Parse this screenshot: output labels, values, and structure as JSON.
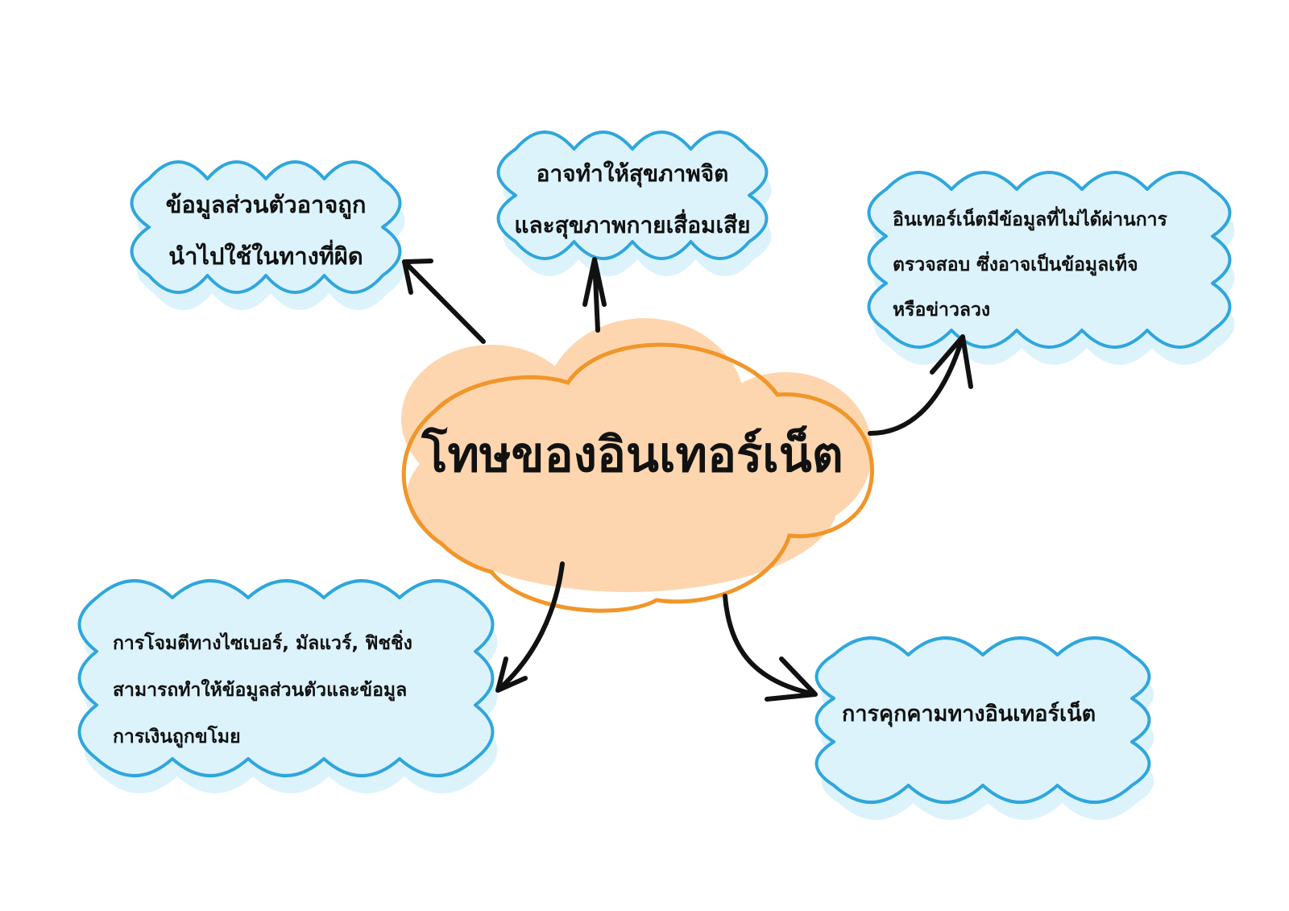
{
  "diagram": {
    "center": {
      "label": "โทษของอินเทอร์เน็ต",
      "fill": "#FDD6AF",
      "stroke": "#F0962A"
    },
    "node_style": {
      "fill": "#DCF3FC",
      "stroke": "#2FA6DC"
    },
    "nodes": [
      {
        "id": "personal-info-misuse",
        "lines": [
          "ข้อมูลส่วนตัวอาจถูก",
          "นำไปใช้ในทางที่ผิด"
        ]
      },
      {
        "id": "health-decline",
        "lines": [
          "อาจทำให้สุขภาพจิต",
          "และสุขภาพกายเสื่อมเสีย"
        ]
      },
      {
        "id": "unverified-info",
        "lines": [
          "อินเทอร์เน็ตมีข้อมูลที่ไม่ได้ผ่านการ",
          "ตรวจสอบ ซึ่งอาจเป็นข้อมูลเท็จ",
          "หรือข่าวลวง"
        ]
      },
      {
        "id": "cyber-attack",
        "lines": [
          "การโจมตีทางไซเบอร์, มัลแวร์, ฟิชชิ่ง",
          "สามารถทำให้ข้อมูลส่วนตัวและข้อมูล",
          "การเงินถูกขโมย"
        ]
      },
      {
        "id": "cyber-threat",
        "lines": [
          "การคุกคามทางอินเทอร์เน็ต"
        ]
      }
    ],
    "arrow_color": "#111111"
  }
}
